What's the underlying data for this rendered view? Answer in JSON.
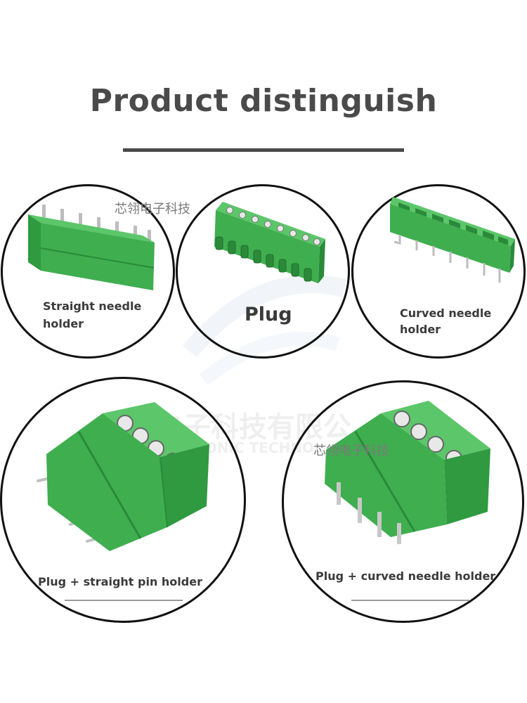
{
  "header": {
    "title": "Product distinguish"
  },
  "watermarks": {
    "top": "芯翎电子科技",
    "middle": "芯翎电子科技",
    "faint_cn": "芯翎电子科技有限公",
    "faint_en": "XING   ELECTRONIC TECHNOL"
  },
  "products": {
    "straight_needle_holder": {
      "line1": "Straight needle",
      "line2": "holder"
    },
    "plug": {
      "label": "Plug"
    },
    "curved_needle_holder": {
      "line1": "Curved needle",
      "line2": "holder"
    },
    "plug_straight": {
      "label": "Plug + straight pin holder"
    },
    "plug_curved": {
      "label": "Plug + curved needle holder"
    }
  },
  "colors": {
    "connector_green": "#3fae4f",
    "connector_dark": "#2a8a3a",
    "connector_light": "#5cc66a",
    "pin_silver": "#c8c8c8",
    "title_gray": "#4a4a4a"
  }
}
